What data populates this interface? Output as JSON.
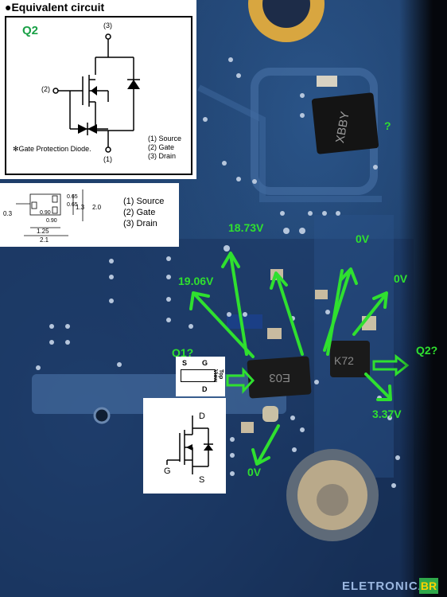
{
  "equivalent_circuit": {
    "title": "●Equivalent circuit",
    "device_label": "Q2",
    "pins": {
      "drain": "(3)",
      "gate": "(2)",
      "source": "(1)"
    },
    "note": "✻Gate Protection Diode.",
    "legend": [
      "(1)  Source",
      "(2)  Gate",
      "(3)  Drain"
    ]
  },
  "package_drawing": {
    "dimensions": [
      "0.3",
      "2.0",
      "1.3",
      "0.65",
      "0.65",
      "0.90",
      "1.25",
      "2.1",
      "0.90"
    ],
    "legend": [
      "(1) Source",
      "(2) Gate",
      "(3) Drain"
    ]
  },
  "board": {
    "chip_markings": [
      "XBBY",
      "E03",
      "K72"
    ],
    "pin_row_labels": [
      "S",
      "G",
      "D"
    ],
    "top_view_label": "Top View",
    "mosfet_pins": {
      "drain": "D",
      "gate": "G",
      "source": "S"
    }
  },
  "annotations": {
    "v1": "18.73V",
    "v2": "19.06V",
    "v3": "0V",
    "v4": "0V",
    "v5": "3.37V",
    "v6": "0V",
    "q1": "Q1?",
    "q2": "Q2?",
    "question": "?"
  },
  "watermark": {
    "text": "ELETRONICA",
    "badge": "BR"
  },
  "colors": {
    "annotation": "#2fe02f",
    "board": "#1d3a63",
    "q2_label": "#19a046"
  }
}
